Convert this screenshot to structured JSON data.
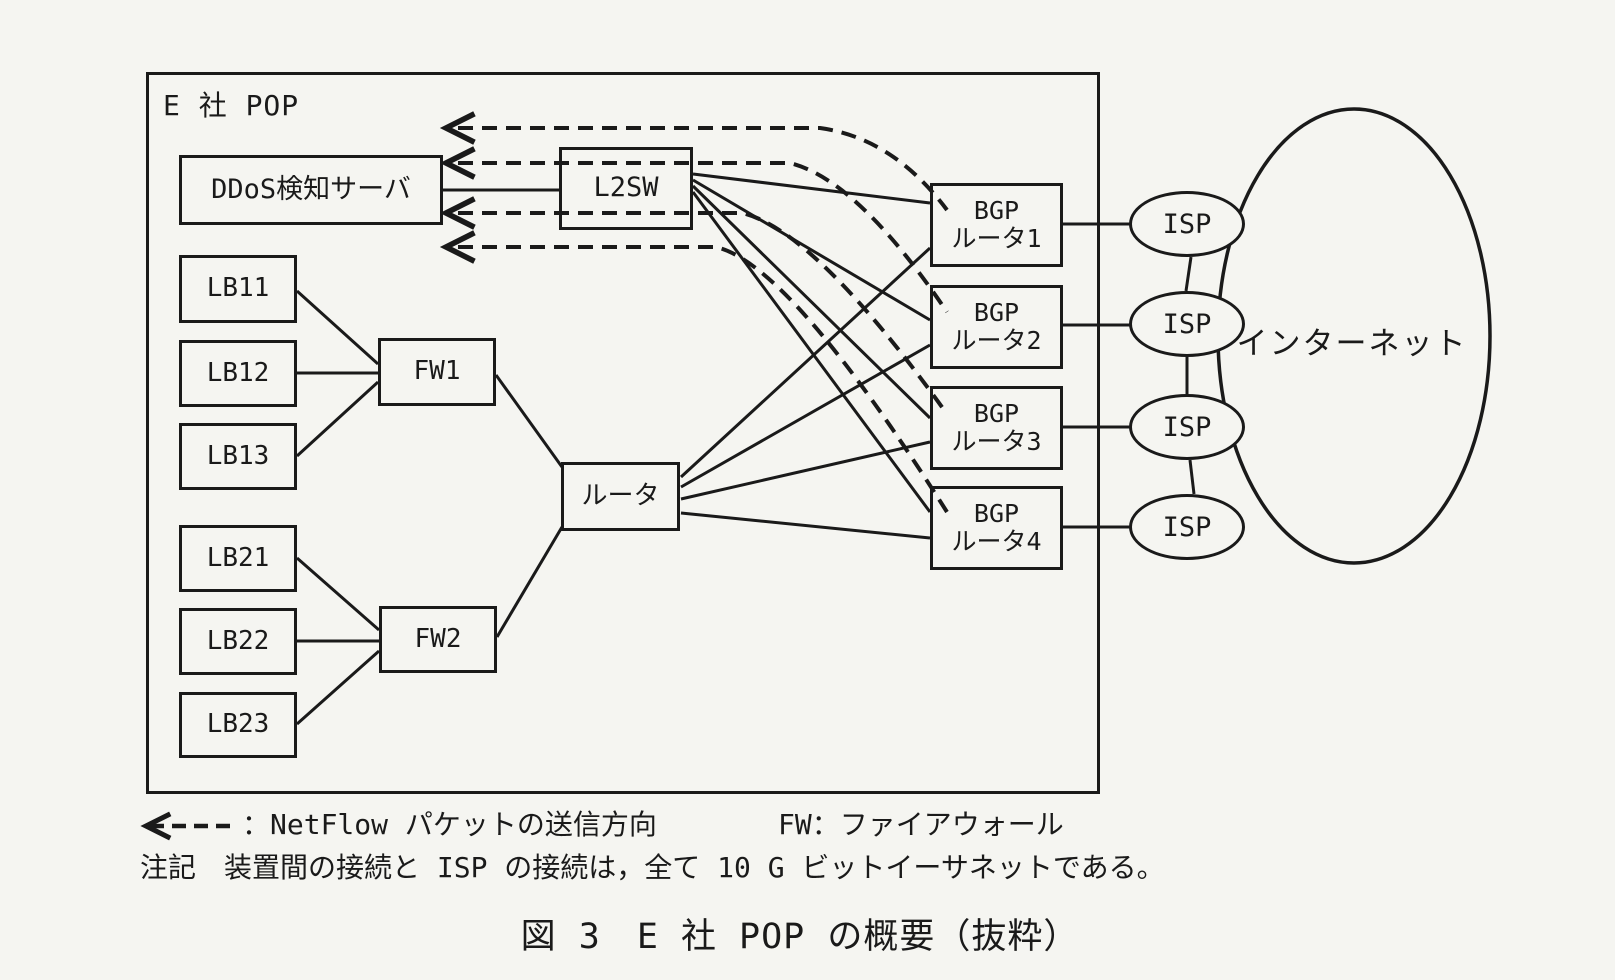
{
  "diagram": {
    "title": "図 3　E 社 POP の概要（抜粋）",
    "pop_label": "E 社 POP",
    "nodes": {
      "ddos": "DDoS検知サーバ",
      "l2sw": "L2SW",
      "lb": [
        "LB11",
        "LB12",
        "LB13",
        "LB21",
        "LB22",
        "LB23"
      ],
      "fw": [
        "FW1",
        "FW2"
      ],
      "router": "ルータ",
      "bgp": [
        {
          "line1": "BGP",
          "line2": "ルータ1"
        },
        {
          "line1": "BGP",
          "line2": "ルータ2"
        },
        {
          "line1": "BGP",
          "line2": "ルータ3"
        },
        {
          "line1": "BGP",
          "line2": "ルータ4"
        }
      ],
      "isp_label": "ISP",
      "internet": "インターネット"
    },
    "links_solid": [
      "LB11-FW1",
      "LB12-FW1",
      "LB13-FW1",
      "LB21-FW2",
      "LB22-FW2",
      "LB23-FW2",
      "FW1-ルータ",
      "FW2-ルータ",
      "DDoS検知サーバ-L2SW",
      "L2SW-BGPルータ1",
      "L2SW-BGPルータ2",
      "L2SW-BGPルータ3",
      "L2SW-BGPルータ4",
      "ルータ-BGPルータ1",
      "ルータ-BGPルータ2",
      "ルータ-BGPルータ3",
      "ルータ-BGPルータ4",
      "BGPルータ1-ISP",
      "BGPルータ2-ISP",
      "BGPルータ3-ISP",
      "BGPルータ4-ISP",
      "ISP-ISP",
      "ISP-インターネット"
    ],
    "links_netflow_dashed": [
      "BGPルータ1→DDoS検知サーバ",
      "BGPルータ2→DDoS検知サーバ",
      "BGPルータ3→DDoS検知サーバ",
      "BGPルータ4→DDoS検知サーバ"
    ],
    "legend": {
      "netflow_label": "：NetFlow パケットの送信方向",
      "fw_label": "FW：ファイアウォール",
      "note": "注記　装置間の接続と ISP の接続は，全て 10 G ビットイーサネットである。"
    },
    "caption": "図 3　E 社 POP の概要（抜粋）",
    "colors": {
      "ink": "#1a1a1a",
      "paper": "#f5f5f1"
    }
  }
}
